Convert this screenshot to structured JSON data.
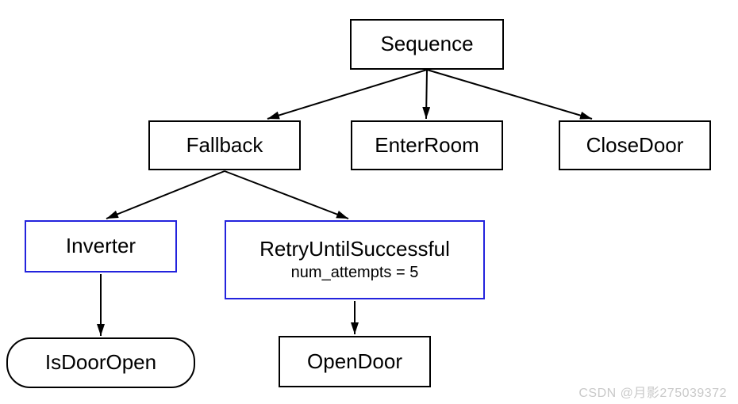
{
  "diagram": {
    "type": "behavior-tree",
    "nodes": {
      "sequence": {
        "label": "Sequence",
        "shape": "rect",
        "border_color": "#000000"
      },
      "fallback": {
        "label": "Fallback",
        "shape": "rect",
        "border_color": "#000000"
      },
      "enter_room": {
        "label": "EnterRoom",
        "shape": "rect",
        "border_color": "#000000"
      },
      "close_door": {
        "label": "CloseDoor",
        "shape": "rect",
        "border_color": "#000000"
      },
      "inverter": {
        "label": "Inverter",
        "shape": "rect",
        "border_color": "#2323dd"
      },
      "retry": {
        "label": "RetryUntilSuccessful",
        "sublabel": "num_attempts = 5",
        "shape": "rect",
        "border_color": "#2323dd"
      },
      "is_door_open": {
        "label": "IsDoorOpen",
        "shape": "rounded-rect",
        "border_color": "#000000"
      },
      "open_door": {
        "label": "OpenDoor",
        "shape": "rect",
        "border_color": "#000000"
      }
    },
    "edges": [
      {
        "from": "sequence",
        "to": "fallback"
      },
      {
        "from": "sequence",
        "to": "enter_room"
      },
      {
        "from": "sequence",
        "to": "close_door"
      },
      {
        "from": "fallback",
        "to": "inverter"
      },
      {
        "from": "fallback",
        "to": "retry"
      },
      {
        "from": "inverter",
        "to": "is_door_open"
      },
      {
        "from": "retry",
        "to": "open_door"
      }
    ]
  },
  "watermark": {
    "text": "CSDN @月影275039372",
    "color": "#c9c9c9"
  },
  "colors": {
    "background": "#ffffff",
    "node_border": "#000000",
    "decorator_border": "#2323dd",
    "edge": "#000000",
    "text": "#000000"
  }
}
